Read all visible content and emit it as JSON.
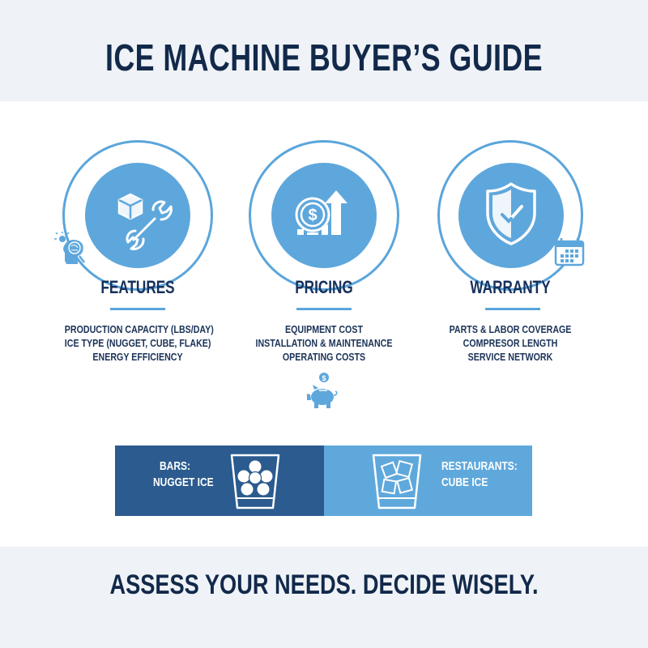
{
  "header": {
    "title": "ICE MACHINE BUYER’S GUIDE"
  },
  "pillars": [
    {
      "label": "FEATURES",
      "icon": "cube-wrench-icon",
      "accent_icon": "brain-lightbulb-icon",
      "items": [
        "PRODUCTION CAPACITY (LBS/DAY)",
        "ICE TYPE (NUGGET, CUBE, FLAKE)",
        "ENERGY EFFICIENCY"
      ]
    },
    {
      "label": "PRICING",
      "icon": "dollar-growth-icon",
      "accent_icon": "piggy-bank-icon",
      "items": [
        "EQUIPMENT COST",
        "INSTALLATION & MAINTENANCE",
        "OPERATING COSTS"
      ]
    },
    {
      "label": "WARRANTY",
      "icon": "shield-check-icon",
      "accent_icon": "calendar-icon",
      "items": [
        "PARTS & LABOR COVERAGE",
        "COMPRESOR LENGTH",
        "SERVICE NETWORK"
      ]
    }
  ],
  "ice_types": {
    "left": {
      "line1": "BARS:",
      "line2": "NUGGET ICE",
      "icon": "nugget-ice-glass-icon"
    },
    "right": {
      "line1": "RESTAURANTS:",
      "line2": "CUBE ICE",
      "icon": "cube-ice-glass-icon"
    }
  },
  "footer": {
    "tagline": "ASSESS YOUR NEEDS. DECIDE WISELY."
  },
  "colors": {
    "navy_text": "#12294a",
    "accent_blue": "#5ea7dc",
    "dark_blue": "#2b5b8f",
    "band_bg": "#eff3f8"
  }
}
